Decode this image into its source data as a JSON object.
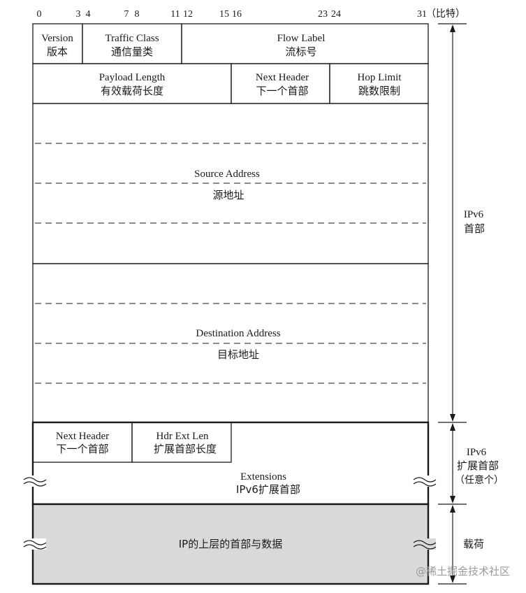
{
  "bit_scale": {
    "ticks": [
      "0",
      "3",
      "4",
      "7",
      "8",
      "11",
      "12",
      "15",
      "16",
      "23",
      "24",
      "31"
    ],
    "unit": "（比特）"
  },
  "fields": {
    "version": {
      "en": "Version",
      "zh": "版本"
    },
    "traffic_class": {
      "en": "Traffic Class",
      "zh": "通信量类"
    },
    "flow_label": {
      "en": "Flow Label",
      "zh": "流标号"
    },
    "payload_length": {
      "en": "Payload Length",
      "zh": "有效载荷长度"
    },
    "next_header": {
      "en": "Next Header",
      "zh": "下一个首部"
    },
    "hop_limit": {
      "en": "Hop Limit",
      "zh": "跳数限制"
    },
    "source_address": {
      "en": "Source Address",
      "zh": "源地址"
    },
    "destination_address": {
      "en": "Destination Address",
      "zh": "目标地址"
    },
    "ext_next_header": {
      "en": "Next Header",
      "zh": "下一个首部"
    },
    "hdr_ext_len": {
      "en": "Hdr Ext Len",
      "zh": "扩展首部长度"
    },
    "extensions": {
      "en": "Extensions",
      "zh": "IPv6扩展首部"
    },
    "payload": {
      "zh": "IP的上层的首部与数据"
    }
  },
  "brackets": {
    "ipv6_header": {
      "line1": "IPv6",
      "line2": "首部"
    },
    "ext_header": {
      "line1": "IPv6",
      "line2": "扩展首部",
      "line3": "（任意个）"
    },
    "payload": {
      "line1": "载荷"
    }
  },
  "watermark": "@稀土掘金技术社区",
  "colors": {
    "payload_fill": "#d9d9d9",
    "line": "#1a1a1a"
  }
}
